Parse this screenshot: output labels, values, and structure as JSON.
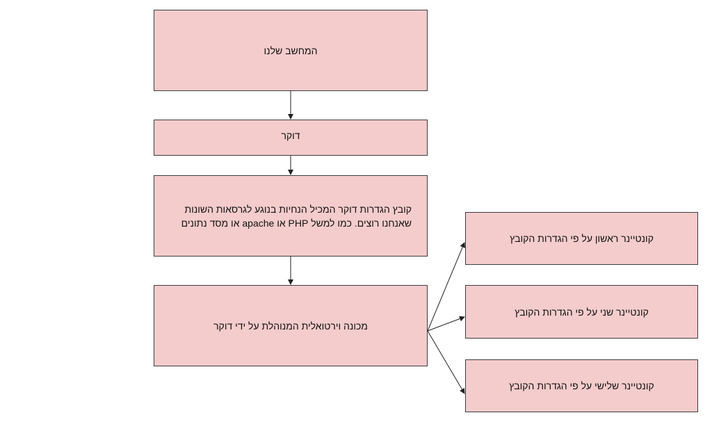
{
  "nodes": {
    "computer": "המחשב שלנו",
    "docker": "דוקר",
    "dockerfile": "קובץ הגדרות דוקר המכיל הנחיות בנוגע לגרסאות השונות שאנחנו רוצים. כמו למשל PHP או apache או מסד נתונים",
    "vm": "מכונה וירטואלית המנוהלת על ידי דוקר",
    "container1": "קונטיינר ראשון על פי הגדרות הקובץ",
    "container2": "קונטיינר שני על פי הגדרות הקובץ",
    "container3": "קונטיינר שלישי על פי הגדרות הקובץ"
  },
  "colors": {
    "node_fill": "#f4cccc",
    "node_border": "#3c3c3c",
    "edge": "#222222"
  }
}
